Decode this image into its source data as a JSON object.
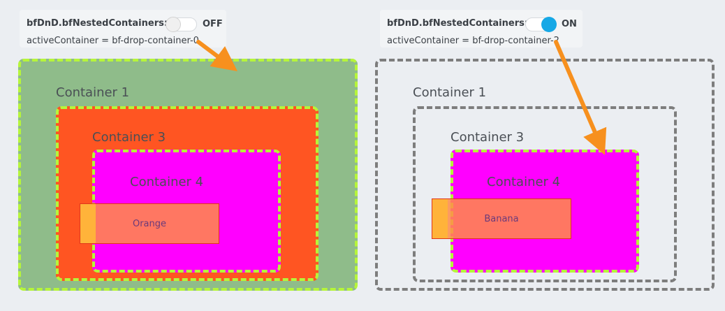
{
  "left": {
    "option_label": "bfDnD.bfNestedContainers:",
    "toggle_state": "OFF",
    "active_container_text": "activeContainer = bf-drop-container-0",
    "containers": {
      "c1": "Container 1",
      "c3": "Container 3",
      "c4": "Container 4"
    },
    "item_label": "Orange"
  },
  "right": {
    "option_label": "bfDnD.bfNestedContainers:",
    "toggle_state": "ON",
    "active_container_text": "activeContainer = bf-drop-container-2",
    "containers": {
      "c1": "Container 1",
      "c3": "Container 3",
      "c4": "Container 4"
    },
    "item_label": "Banana"
  },
  "colors": {
    "container1_active": "#8fbc8a",
    "container3_active": "#ff5522",
    "container4_active": "#ff00ff",
    "highlight_border": "#b6f53a",
    "arrow": "#f7901e",
    "toggle_on": "#16a8e6"
  }
}
